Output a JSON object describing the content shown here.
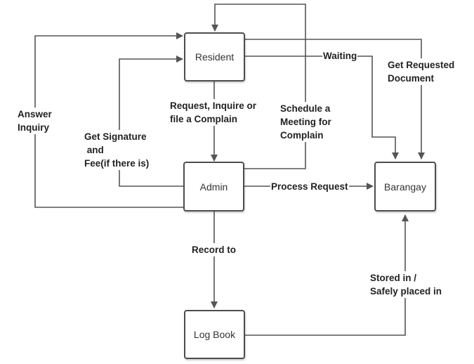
{
  "nodes": {
    "resident": "Resident",
    "admin": "Admin",
    "barangay": "Barangay",
    "log_book": "Log Book"
  },
  "edges": {
    "answer_inquiry": [
      "Answer",
      "Inquiry"
    ],
    "get_signature": [
      "Get Signature",
      " and",
      "Fee(if there is)"
    ],
    "request_inquire": [
      "Request, Inquire or",
      "file a Complain"
    ],
    "schedule_meeting": [
      "Schedule a",
      "Meeting for",
      "Complain"
    ],
    "waiting": "Waiting",
    "get_requested_document": [
      "Get Requested",
      "Document"
    ],
    "process_request": "Process Request",
    "record_to": "Record to",
    "stored_in": [
      "Stored in /",
      "Safely placed in"
    ]
  },
  "colors": {
    "line": "#555555",
    "text": "#222222",
    "box_border": "#4d4d4d"
  }
}
